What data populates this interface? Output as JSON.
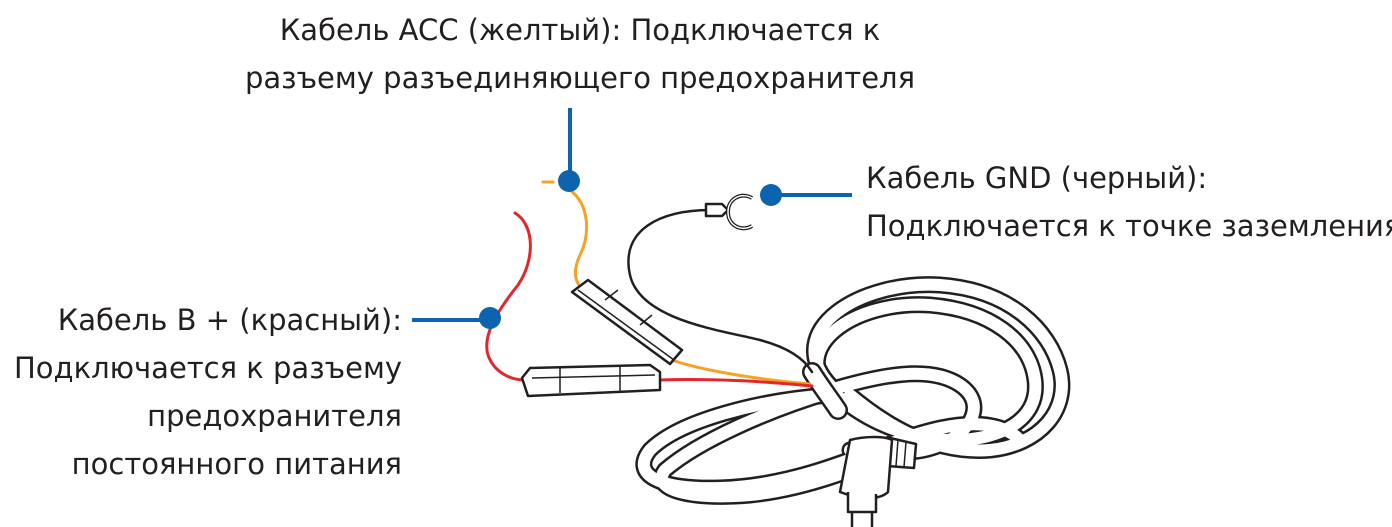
{
  "labels": {
    "acc": {
      "line1": "Кабель ACC (желтый): Подключается к",
      "line2": "разъему разъединяющего предохранителя"
    },
    "gnd": {
      "line1": "Кабель GND (черный):",
      "line2": "Подключается к точке заземления"
    },
    "bplus": {
      "line1": "Кабель B + (красный):",
      "line2": "Подключается к разъему",
      "line3": "предохранителя",
      "line4": "постоянного питания"
    }
  },
  "colors": {
    "callout": "#0d63ad",
    "acc_wire": "#f7a125",
    "bplus_wire": "#e1262c",
    "gnd_wire": "#231f20"
  }
}
